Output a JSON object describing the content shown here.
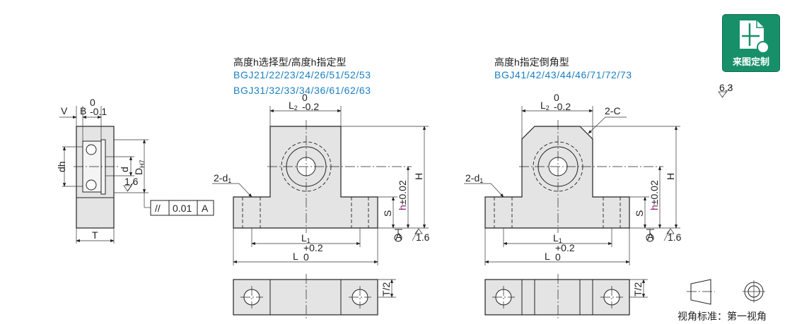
{
  "badge": {
    "label": "来图定制",
    "icon": "custom-drawing-icon",
    "color": "#179069"
  },
  "roughness_general": "6.3",
  "view_standard": "视角标准：第一视角",
  "side_view": {
    "V": "V",
    "B": "B",
    "B_tol_upper": "0",
    "B_tol_lower": "-0.1",
    "dh": "dh",
    "d": "d",
    "D": "D",
    "D_fit": "H7",
    "T": "T",
    "roughness": "1.6",
    "tolerance": {
      "symbol": "//",
      "value": "0.01",
      "datum": "A"
    }
  },
  "type1": {
    "title": "高度h选择型/高度h指定型",
    "models1": "BGJ21/22/23/24/26/51/52/53",
    "models2": "BGJ31/32/33/34/36/61/62/63"
  },
  "type2": {
    "title": "高度h指定倒角型",
    "models1": "BGJ41/42/43/44/46/71/72/73",
    "chamfer": "2-C"
  },
  "dims": {
    "L2": "L",
    "L2_sub": "2",
    "L2_tol_upper": "0",
    "L2_tol_lower": "-0.2",
    "d1": "2-d",
    "d1_sub": "1",
    "H": "H",
    "h": "h",
    "h_tol": "±0.02",
    "S": "S",
    "L1": "L",
    "L1_sub": "1",
    "L": "L",
    "L_tol_upper": "+0.2",
    "L_tol_lower": "0",
    "datum": "A",
    "roughness": "1.6",
    "T2": "T/2"
  }
}
